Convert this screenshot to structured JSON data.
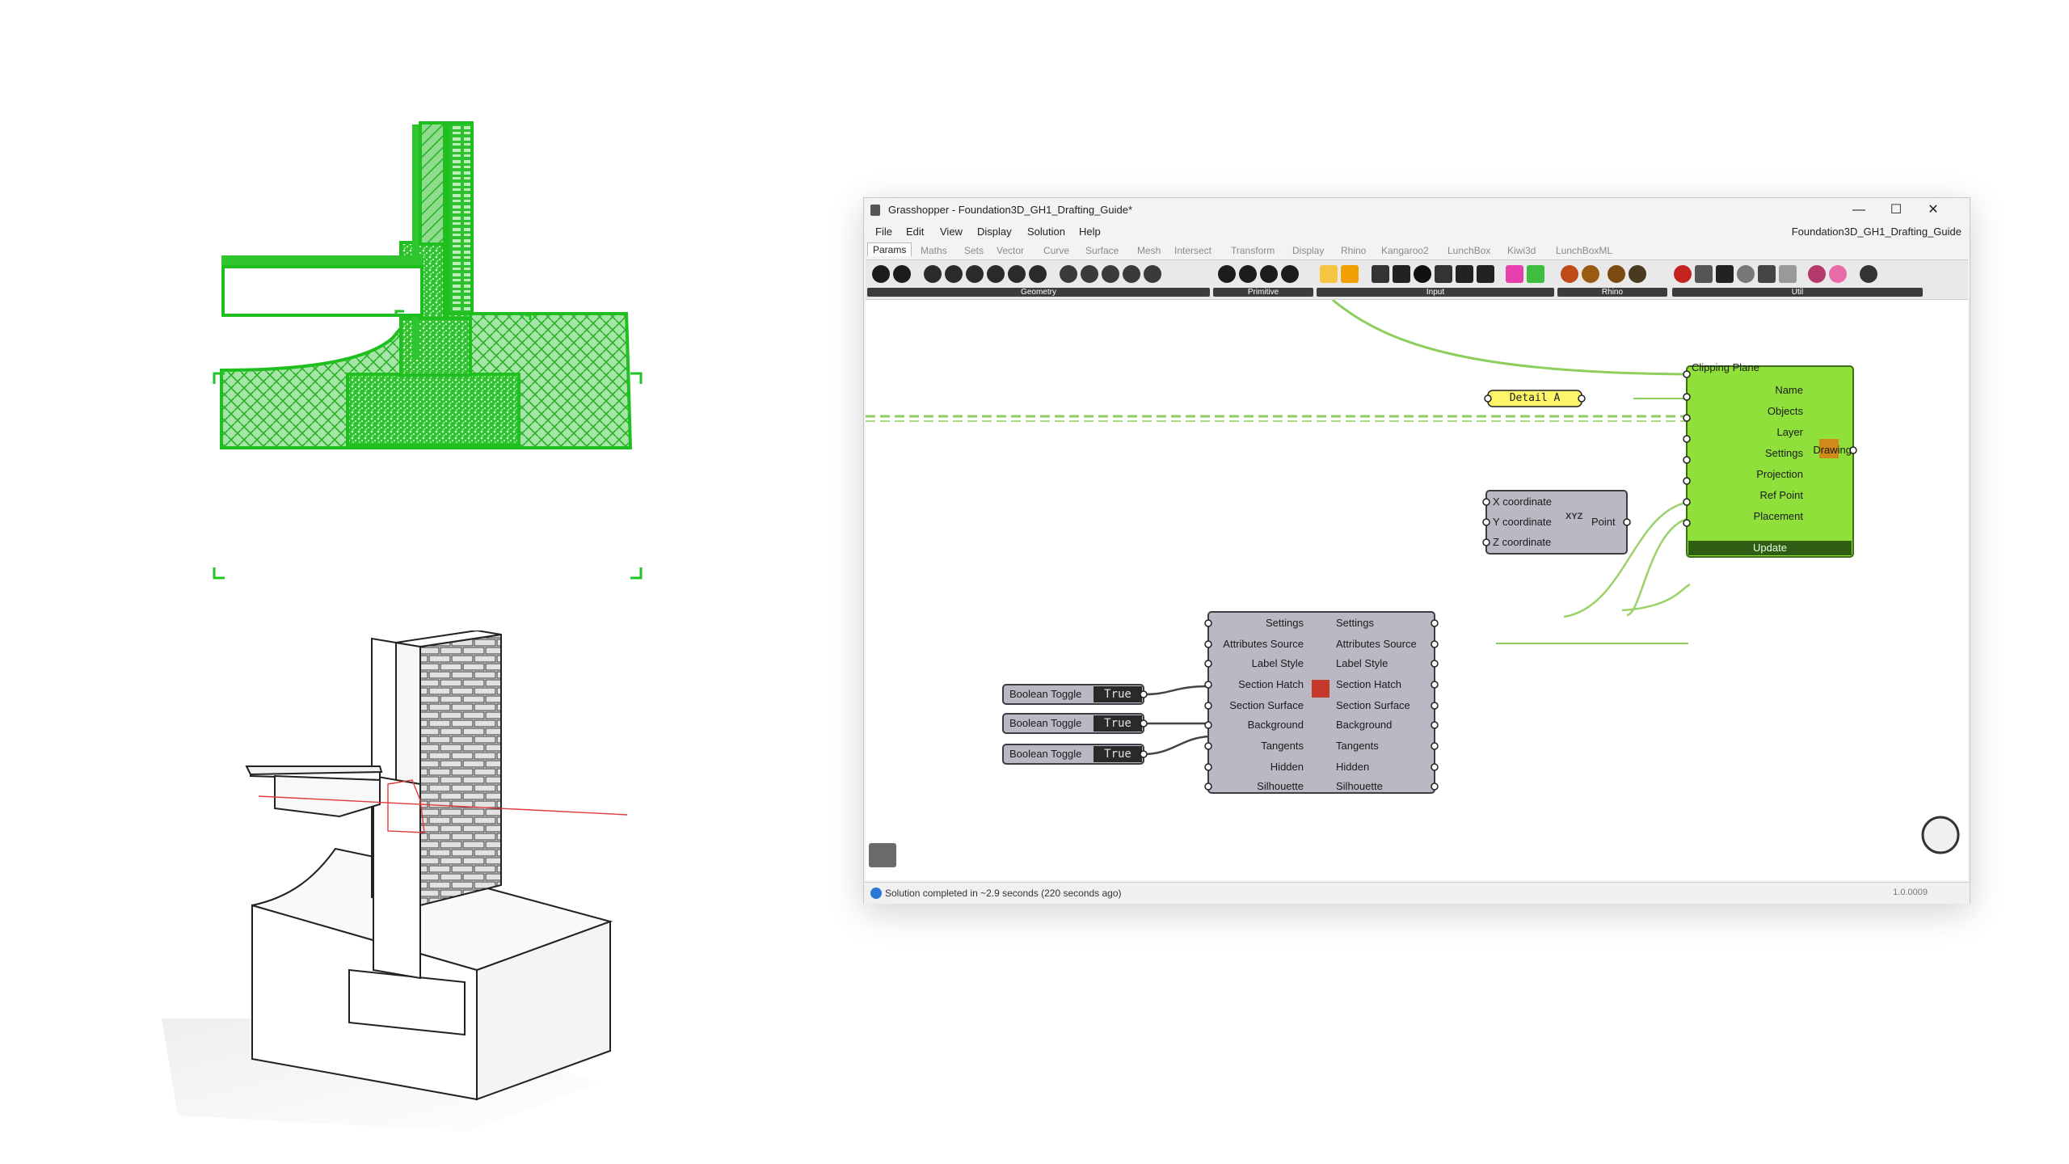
{
  "window": {
    "title": "Grasshopper - Foundation3D_GH1_Drafting_Guide*",
    "document_name": "Foundation3D_GH1_Drafting_Guide"
  },
  "menu": [
    "File",
    "Edit",
    "View",
    "Display",
    "Solution",
    "Help"
  ],
  "tabs": [
    "Params",
    "Maths",
    "Sets",
    "Vector",
    "Curve",
    "Surface",
    "Mesh",
    "Intersect",
    "Transform",
    "Display",
    "Rhino",
    "Kangaroo2",
    "LunchBox",
    "Kiwi3d",
    "LunchBoxML"
  ],
  "toolbar_groups": [
    "Geometry",
    "Primitive",
    "Input",
    "Rhino",
    "Util"
  ],
  "components": {
    "drawing": {
      "inputs": [
        "Clipping Plane",
        "Name",
        "Objects",
        "Layer",
        "Settings",
        "Projection",
        "Ref Point",
        "Placement"
      ],
      "output": "Drawing",
      "button": "Update"
    },
    "panel_text": "Detail A",
    "construct_point": {
      "inputs": [
        "X coordinate",
        "Y coordinate",
        "Z coordinate"
      ],
      "icon_label": "XYZ",
      "output": "Point"
    },
    "settings": {
      "inputs": [
        "Settings",
        "Attributes Source",
        "Label Style",
        "Section Hatch",
        "Section Surface",
        "Background",
        "Tangents",
        "Hidden",
        "Silhouette"
      ],
      "outputs": [
        "Settings",
        "Attributes Source",
        "Label Style",
        "Section Hatch",
        "Section Surface",
        "Background",
        "Tangents",
        "Hidden",
        "Silhouette"
      ]
    },
    "toggles": [
      {
        "label": "Boolean Toggle",
        "value": "True"
      },
      {
        "label": "Boolean Toggle",
        "value": "True"
      },
      {
        "label": "Boolean Toggle",
        "value": "True"
      }
    ]
  },
  "status": {
    "message": "Solution completed in ~2.9 seconds (220 seconds ago)",
    "version": "1.0.0009"
  },
  "colors": {
    "drawing_green": "#22c322",
    "component_green": "#8fe03a",
    "component_grey": "#b9b9c4",
    "panel_yellow": "#fff56a",
    "wire_green": "#8dce5c"
  }
}
